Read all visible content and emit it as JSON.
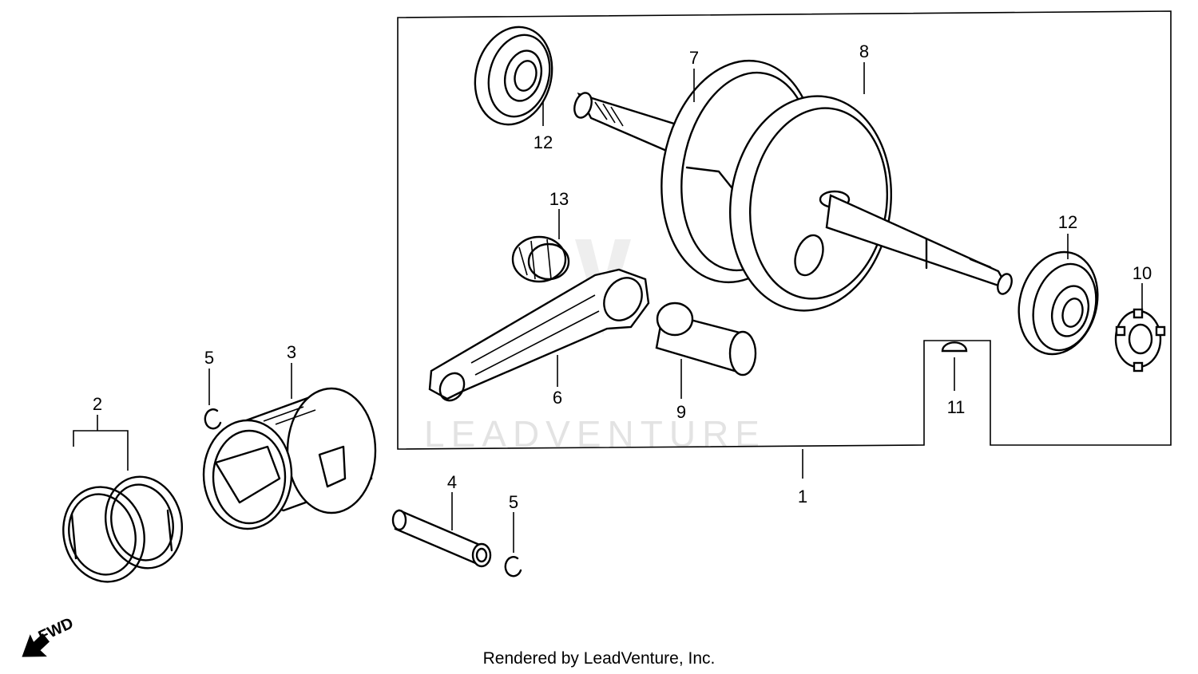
{
  "diagram": {
    "watermark": "LEADVENTURE",
    "fwd_label": "FWD",
    "footer": "Rendered by LeadVenture, Inc.",
    "callouts": {
      "c1": "1",
      "c2": "2",
      "c3": "3",
      "c4": "4",
      "c5a": "5",
      "c5b": "5",
      "c6": "6",
      "c7": "7",
      "c8": "8",
      "c9": "9",
      "c10": "10",
      "c11": "11",
      "c12a": "12",
      "c12b": "12",
      "c13": "13"
    }
  }
}
